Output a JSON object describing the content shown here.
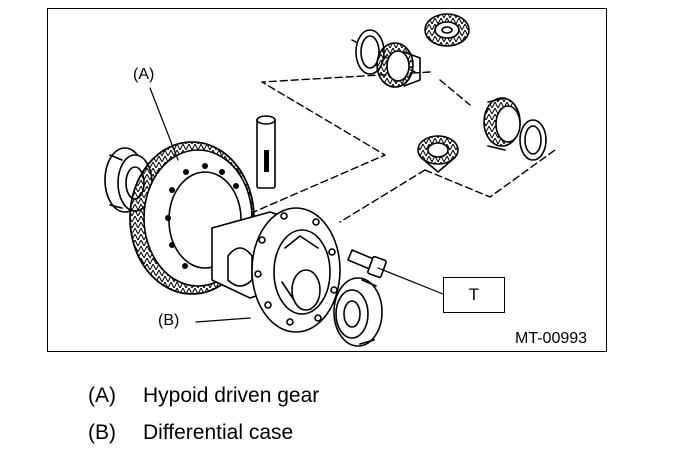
{
  "figure": {
    "callout_a": "(A)",
    "callout_b": "(B)",
    "callout_t": "T",
    "figure_id": "MT-00993"
  },
  "legend": [
    {
      "key": "(A)",
      "label": "Hypoid driven gear"
    },
    {
      "key": "(B)",
      "label": "Differential case"
    }
  ]
}
